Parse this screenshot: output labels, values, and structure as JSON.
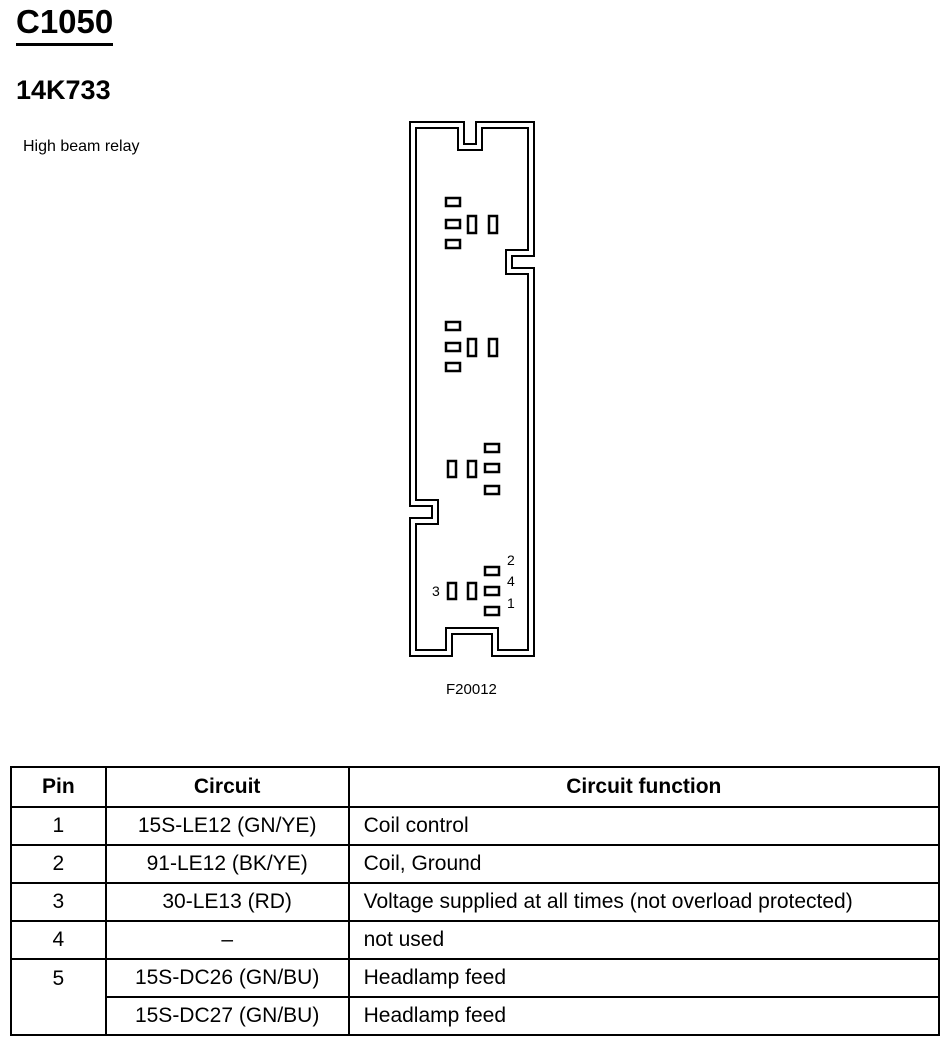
{
  "header": {
    "connector_id": "C1050",
    "part_number": "14K733",
    "description": "High beam relay"
  },
  "figure": {
    "id": "F20012",
    "pin_labels": [
      "2",
      "4",
      "3",
      "1"
    ]
  },
  "table": {
    "headers": [
      "Pin",
      "Circuit",
      "Circuit function"
    ],
    "rows": [
      {
        "pin": "1",
        "circuit": "15S-LE12 (GN/YE)",
        "function": "Coil control"
      },
      {
        "pin": "2",
        "circuit": "91-LE12 (BK/YE)",
        "function": "Coil, Ground"
      },
      {
        "pin": "3",
        "circuit": "30-LE13 (RD)",
        "function": "Voltage supplied at all times (not overload protected)"
      },
      {
        "pin": "4",
        "circuit": "–",
        "function": "not used"
      },
      {
        "pin": "5",
        "circuit": "15S-DC26 (GN/BU)",
        "function": "Headlamp feed"
      },
      {
        "pin": "",
        "circuit": "15S-DC27 (GN/BU)",
        "function": "Headlamp feed"
      }
    ]
  }
}
